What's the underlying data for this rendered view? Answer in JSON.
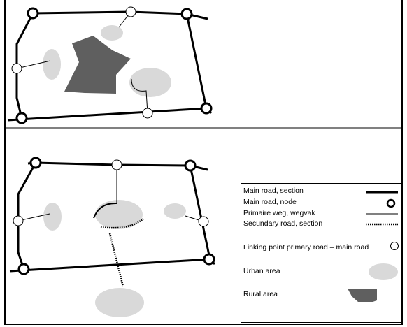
{
  "legend": {
    "items": [
      {
        "label": "Main road, section",
        "symbol": "thick-line-icon"
      },
      {
        "label": "Main road, node",
        "symbol": "thick-circle-icon"
      },
      {
        "label": "Primaire weg, wegvak",
        "symbol": "thin-line-icon"
      },
      {
        "label": "Secundary road, section",
        "symbol": "dotted-line-icon"
      },
      {
        "label": "Linking point primary road – main road",
        "symbol": "thin-circle-icon"
      },
      {
        "label": "Urban area",
        "symbol": "ellipse-icon"
      },
      {
        "label": "Rural area",
        "symbol": "polygon-icon"
      }
    ]
  },
  "colors": {
    "road": "#000000",
    "urban_area": "#d9d9d9",
    "rural_area": "#5f5f5f"
  }
}
